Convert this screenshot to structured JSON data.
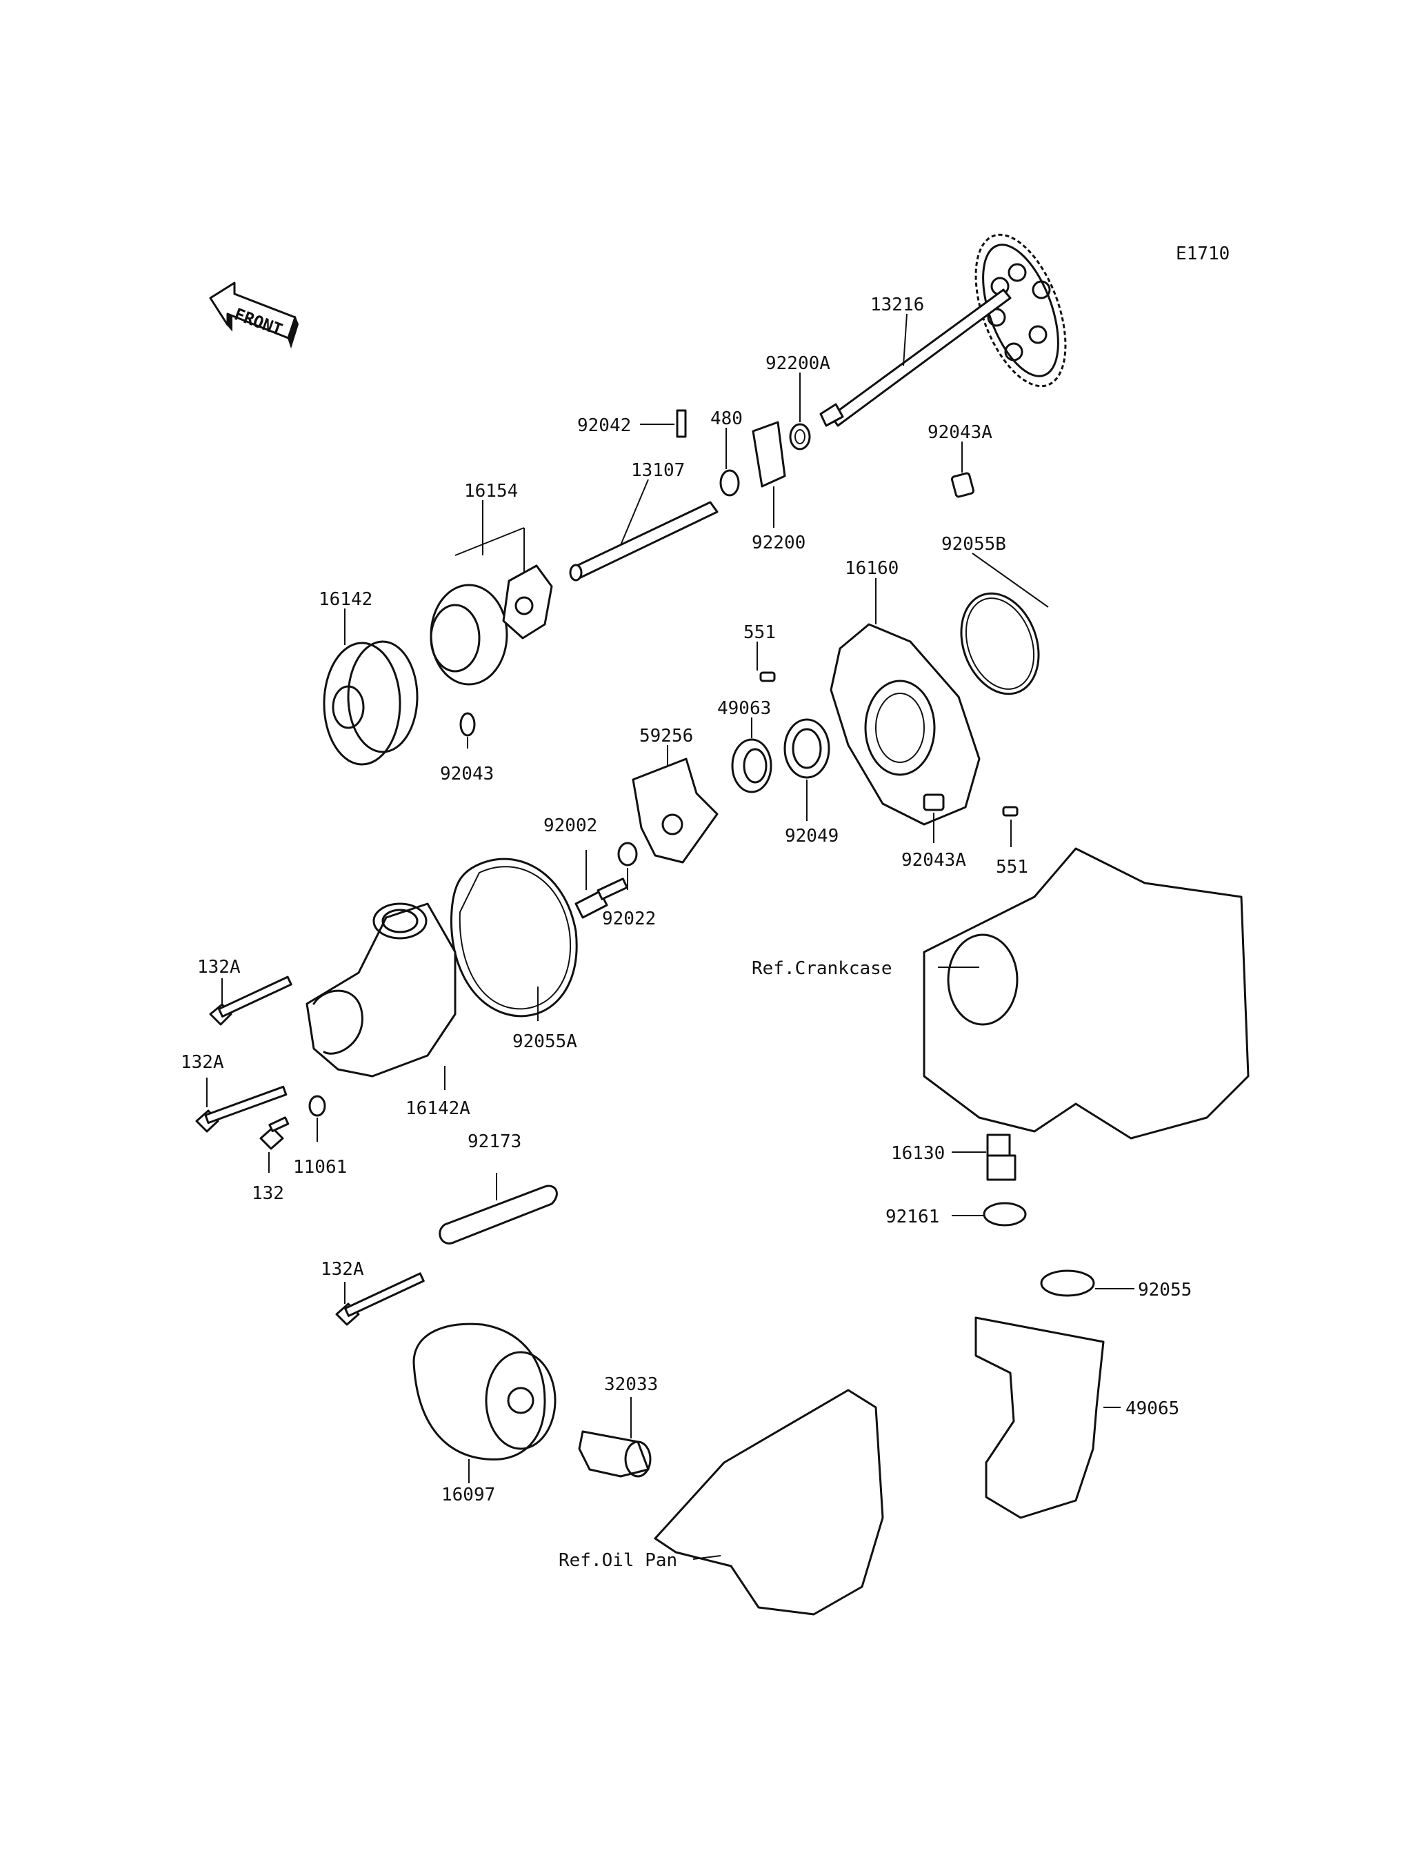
{
  "diagram_code": "E1710",
  "front_label": "FRONT",
  "reference_labels": {
    "crankcase": "Ref.Crankcase",
    "oil_pan": "Ref.Oil Pan"
  },
  "part_labels": [
    {
      "id": "13216",
      "text": "13216"
    },
    {
      "id": "92200A",
      "text": "92200A"
    },
    {
      "id": "92042",
      "text": "92042"
    },
    {
      "id": "480",
      "text": "480"
    },
    {
      "id": "13107",
      "text": "13107"
    },
    {
      "id": "92200",
      "text": "92200"
    },
    {
      "id": "92043A-top",
      "text": "92043A"
    },
    {
      "id": "16154",
      "text": "16154"
    },
    {
      "id": "92055B",
      "text": "92055B"
    },
    {
      "id": "16160",
      "text": "16160"
    },
    {
      "id": "16142",
      "text": "16142"
    },
    {
      "id": "551-top",
      "text": "551"
    },
    {
      "id": "49063",
      "text": "49063"
    },
    {
      "id": "59256",
      "text": "59256"
    },
    {
      "id": "92043",
      "text": "92043"
    },
    {
      "id": "92049",
      "text": "92049"
    },
    {
      "id": "92043A-bottom",
      "text": "92043A"
    },
    {
      "id": "551-bottom",
      "text": "551"
    },
    {
      "id": "92002",
      "text": "92002"
    },
    {
      "id": "92022",
      "text": "92022"
    },
    {
      "id": "132A-1",
      "text": "132A"
    },
    {
      "id": "92055A",
      "text": "92055A"
    },
    {
      "id": "132A-2",
      "text": "132A"
    },
    {
      "id": "16142A",
      "text": "16142A"
    },
    {
      "id": "11061",
      "text": "11061"
    },
    {
      "id": "132",
      "text": "132"
    },
    {
      "id": "92173",
      "text": "92173"
    },
    {
      "id": "16130",
      "text": "16130"
    },
    {
      "id": "92161",
      "text": "92161"
    },
    {
      "id": "132A-3",
      "text": "132A"
    },
    {
      "id": "92055",
      "text": "92055"
    },
    {
      "id": "49065",
      "text": "49065"
    },
    {
      "id": "32033",
      "text": "32033"
    },
    {
      "id": "16097",
      "text": "16097"
    }
  ]
}
